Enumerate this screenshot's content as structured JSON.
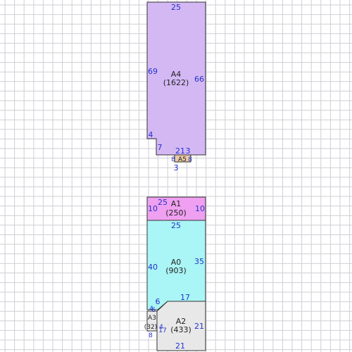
{
  "colors": {
    "grid_line": "#cfcfd6",
    "outline": "#333333",
    "dimension_text": "#2233cc",
    "A0": "#aaf5f5",
    "A1": "#f0a0f0",
    "A2": "#e8e8e8",
    "A3": "#e8e8e8",
    "A4": "#d4b8f4",
    "A5": "#e9c9a6"
  },
  "areas": [
    {
      "id": "A0",
      "name": "A0",
      "area": "(903)"
    },
    {
      "id": "A1",
      "name": "A1",
      "area": "(250)"
    },
    {
      "id": "A2",
      "name": "A2",
      "area": "(433)"
    },
    {
      "id": "A3",
      "name": "A3",
      "area": "(32)"
    },
    {
      "id": "A4",
      "name": "A4",
      "area": "(1622)"
    },
    {
      "id": "A5",
      "name": "A5",
      "area": ""
    }
  ],
  "dimensions": {
    "A4": {
      "top": "25",
      "left": "69",
      "right": "66",
      "notch_side": "4",
      "notch_bottom": "7",
      "bottom_mid": "21",
      "bottom_right": "3"
    },
    "A5": {
      "left": "8",
      "right": "8",
      "bottom": "3"
    },
    "A1": {
      "top": "25",
      "left": "10",
      "right": "10"
    },
    "A0": {
      "top": "25",
      "left": "40",
      "right": "35",
      "diag": "6",
      "bottom": "17"
    },
    "A2": {
      "right": "21",
      "bottom": "21",
      "left_a": "4",
      "left_b": "17"
    },
    "A3": {
      "top": "4",
      "top_b": "6",
      "bottom": "8"
    }
  }
}
